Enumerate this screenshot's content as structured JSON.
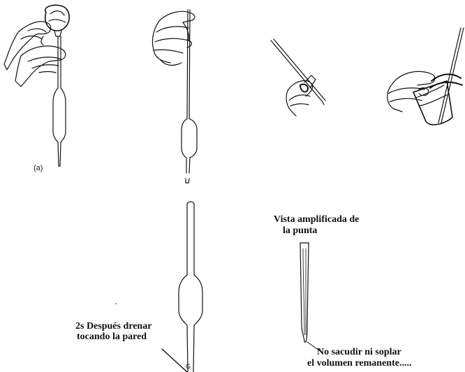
{
  "figure": {
    "panel_a_label": "(a)",
    "tip_view_label": {
      "line1": "Vista amplificada de",
      "line2": "la punta"
    },
    "drain_label": {
      "line1": "2s Después drenar",
      "line2": "tocando la pared"
    },
    "no_shake_label": {
      "line1": "No sacudir ni soplar",
      "line2": "el volumen remanente....."
    }
  },
  "colors": {
    "ink": "#111111",
    "background": "#ffffff"
  },
  "icons": [
    "hand-icon",
    "pipette-icon",
    "pipette-bulb-icon",
    "beaker-icon"
  ]
}
